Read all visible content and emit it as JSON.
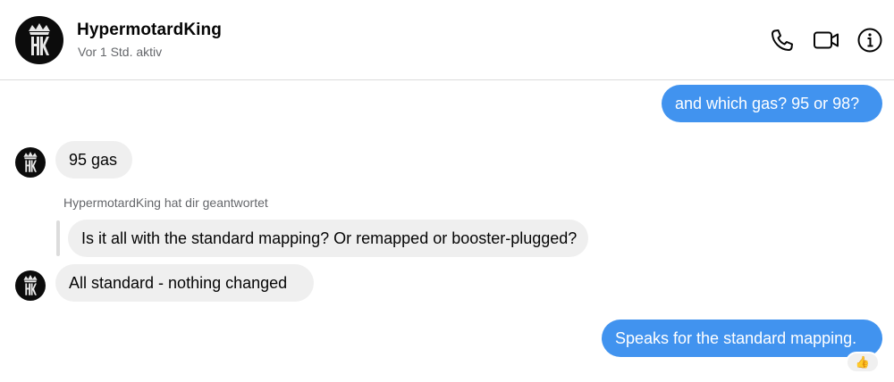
{
  "header": {
    "contact_name": "HypermotardKing",
    "contact_status": "Vor 1 Std. aktiv",
    "avatar_initials": "HK",
    "actions": [
      "phone-icon",
      "video-camera-icon",
      "info-icon"
    ]
  },
  "messages": [
    {
      "direction": "outgoing",
      "text": "and which gas? 95 or 98?"
    },
    {
      "direction": "incoming",
      "text": "95 gas"
    },
    {
      "direction": "incoming",
      "reply_note": "HypermotardKing hat dir geantwortet",
      "quoted_text": "Is it all with the standard mapping? Or remapped or booster-plugged?",
      "text": "All standard - nothing changed"
    },
    {
      "direction": "outgoing",
      "text": "Speaks for the standard mapping.",
      "reaction": "👍"
    }
  ],
  "colors": {
    "outgoing_bubble": "#4193ef",
    "incoming_bubble": "#efefef",
    "secondary_text": "#65676b"
  }
}
